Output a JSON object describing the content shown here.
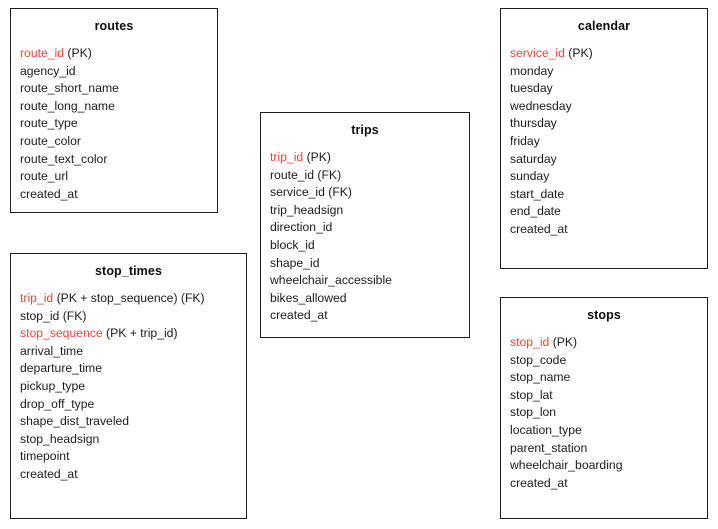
{
  "diagram": {
    "type": "entity-relationship-diagram",
    "subject": "GTFS transit database schema",
    "background_color": "#ffffff",
    "border_color": "#1b1b1b",
    "text_color": "#1a1a1a",
    "primary_key_color": "#e8453c",
    "connectors": []
  },
  "entities": [
    {
      "id": "routes",
      "title": "routes",
      "fields": [
        {
          "name": "route_id",
          "note": " (PK)",
          "key": "pk"
        },
        {
          "name": "agency_id",
          "note": "",
          "key": "none"
        },
        {
          "name": "route_short_name",
          "note": "",
          "key": "none"
        },
        {
          "name": "route_long_name",
          "note": "",
          "key": "none"
        },
        {
          "name": "route_type",
          "note": "",
          "key": "none"
        },
        {
          "name": "route_color",
          "note": "",
          "key": "none"
        },
        {
          "name": "route_text_color",
          "note": "",
          "key": "none"
        },
        {
          "name": "route_url",
          "note": "",
          "key": "none"
        },
        {
          "name": "created_at",
          "note": "",
          "key": "none"
        }
      ]
    },
    {
      "id": "stop_times",
      "title": "stop_times",
      "fields": [
        {
          "name": "trip_id",
          "note": " (PK + stop_sequence) (FK)",
          "key": "pk"
        },
        {
          "name": "stop_id",
          "note": " (FK)",
          "key": "none"
        },
        {
          "name": "stop_sequence",
          "note": " (PK + trip_id)",
          "key": "pk"
        },
        {
          "name": "arrival_time",
          "note": "",
          "key": "none"
        },
        {
          "name": "departure_time",
          "note": "",
          "key": "none"
        },
        {
          "name": "pickup_type",
          "note": "",
          "key": "none"
        },
        {
          "name": "drop_off_type",
          "note": "",
          "key": "none"
        },
        {
          "name": "shape_dist_traveled",
          "note": "",
          "key": "none"
        },
        {
          "name": "stop_headsign",
          "note": "",
          "key": "none"
        },
        {
          "name": "timepoint",
          "note": "",
          "key": "none"
        },
        {
          "name": "created_at",
          "note": "",
          "key": "none"
        }
      ]
    },
    {
      "id": "trips",
      "title": "trips",
      "fields": [
        {
          "name": "trip_id",
          "note": " (PK)",
          "key": "pk"
        },
        {
          "name": "route_id",
          "note": " (FK)",
          "key": "none"
        },
        {
          "name": "service_id",
          "note": " (FK)",
          "key": "none"
        },
        {
          "name": "trip_headsign",
          "note": "",
          "key": "none"
        },
        {
          "name": "direction_id",
          "note": "",
          "key": "none"
        },
        {
          "name": "block_id",
          "note": "",
          "key": "none"
        },
        {
          "name": "shape_id",
          "note": "",
          "key": "none"
        },
        {
          "name": "wheelchair_accessible",
          "note": "",
          "key": "none"
        },
        {
          "name": "bikes_allowed",
          "note": "",
          "key": "none"
        },
        {
          "name": "created_at",
          "note": "",
          "key": "none"
        }
      ]
    },
    {
      "id": "calendar",
      "title": "calendar",
      "fields": [
        {
          "name": "service_id",
          "note": " (PK)",
          "key": "pk"
        },
        {
          "name": "monday",
          "note": "",
          "key": "none"
        },
        {
          "name": "tuesday",
          "note": "",
          "key": "none"
        },
        {
          "name": "wednesday",
          "note": "",
          "key": "none"
        },
        {
          "name": "thursday",
          "note": "",
          "key": "none"
        },
        {
          "name": "friday",
          "note": "",
          "key": "none"
        },
        {
          "name": "saturday",
          "note": "",
          "key": "none"
        },
        {
          "name": "sunday",
          "note": "",
          "key": "none"
        },
        {
          "name": "start_date",
          "note": "",
          "key": "none"
        },
        {
          "name": "end_date",
          "note": "",
          "key": "none"
        },
        {
          "name": "created_at",
          "note": "",
          "key": "none"
        }
      ]
    },
    {
      "id": "stops",
      "title": "stops",
      "fields": [
        {
          "name": "stop_id",
          "note": " (PK)",
          "key": "pk"
        },
        {
          "name": "stop_code",
          "note": "",
          "key": "none"
        },
        {
          "name": "stop_name",
          "note": "",
          "key": "none"
        },
        {
          "name": "stop_lat",
          "note": "",
          "key": "none"
        },
        {
          "name": "stop_lon",
          "note": "",
          "key": "none"
        },
        {
          "name": "location_type",
          "note": "",
          "key": "none"
        },
        {
          "name": "parent_station",
          "note": "",
          "key": "none"
        },
        {
          "name": "wheelchair_boarding",
          "note": "",
          "key": "none"
        },
        {
          "name": "created_at",
          "note": "",
          "key": "none"
        }
      ]
    }
  ]
}
